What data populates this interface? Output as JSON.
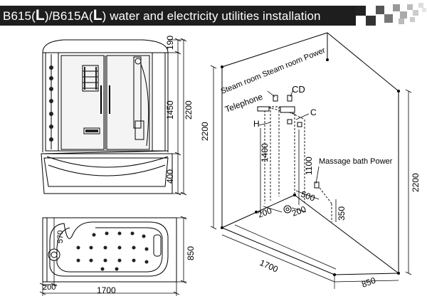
{
  "header": {
    "t1": "B615(",
    "t2": "L",
    "t3": ")/B615A(",
    "t4": "L",
    "t5": ") water and electricity utilities installation"
  },
  "front_view": {
    "dim_top": "190",
    "dim_mid": "1450",
    "dim_bottom": "400",
    "dim_total": "2200"
  },
  "top_view": {
    "dim_depth_left": "570",
    "dim_offset": "200",
    "dim_width": "1700",
    "dim_depth": "850"
  },
  "iso_view": {
    "height": "2200",
    "height_right": "2200",
    "h1400": "1400",
    "h1100": "1100",
    "d500": "500",
    "d350": "350",
    "d200a": "200",
    "d200b": "200",
    "width": "1700",
    "depth": "850",
    "label_steam1": "Steam room Steam room Power",
    "label_telephone": "Telephone",
    "label_cd": "CD",
    "label_h": "H",
    "label_c": "C",
    "label_massage": "Massage bath Power"
  },
  "colors": {
    "bar": "#1e1e1e",
    "line": "#000000"
  }
}
